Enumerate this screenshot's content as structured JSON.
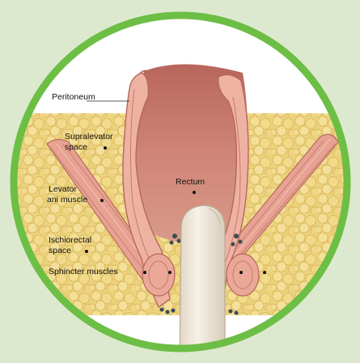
{
  "diagram": {
    "labels": {
      "peritoneum": "Peritoneum",
      "supralevator_line1": "Supralevator",
      "supralevator_line2": "space",
      "levator_line1": "Levator",
      "levator_line2": "ani muscle",
      "ischiorectal_line1": "Ischiorectal",
      "ischiorectal_line2": "space",
      "sphincter": "Sphincter muscles",
      "rectum": "Rectum"
    },
    "colors": {
      "background": "#dde9cf",
      "ring": "#6dbe45",
      "fat": "#e9cd74",
      "muscle": "#e8a497",
      "rectum_lumen": "#c97a6e",
      "finger": "#eee6d8"
    }
  }
}
